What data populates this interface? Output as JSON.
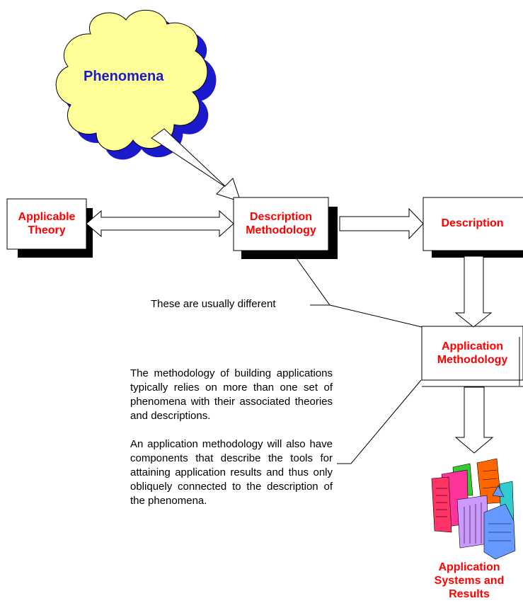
{
  "phenomena": {
    "label": "Phenomena"
  },
  "boxes": {
    "applicable_theory": "Applicable\nTheory",
    "description_methodology": "Description\nMethodology",
    "description": "Description",
    "application_methodology": "Application\nMethodology",
    "application_systems": "Application\nSystems and\nResults"
  },
  "annotation": {
    "usually_different": "These are usually different"
  },
  "notes": {
    "paragraph1": "The methodology of building applications typically relies on more than one set of phenomena with their associated theories and descriptions.",
    "paragraph2": "An application methodology will also have components that describe the tools for attaining application results and thus only obliquely connected to the description of the phenomena."
  },
  "colors": {
    "label_red": "#ff0000",
    "cloud_fill": "#ffff99",
    "cloud_shadow": "#1a1acc",
    "shadow": "#000000"
  }
}
